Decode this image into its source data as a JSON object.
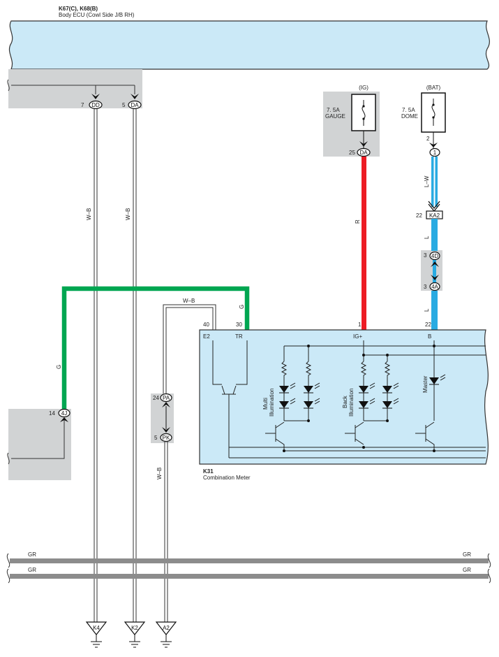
{
  "ecu": {
    "title": "K67(C), K68(B)",
    "subtitle": "Body ECU (Cowl Side J/B RH)"
  },
  "meter": {
    "title": "K31",
    "subtitle": "Combination Meter"
  },
  "connectors": {
    "dd": {
      "pin": "7",
      "id": "DD"
    },
    "da_ecu": {
      "pin": "5",
      "id": "DA"
    },
    "da_ig": {
      "pin": "25",
      "id": "DA"
    },
    "bat1": {
      "pin": "2",
      "id": "1"
    },
    "ka2": {
      "pin": "22",
      "id": "KA2"
    },
    "c4d": {
      "pin": "3",
      "id": "4D"
    },
    "c4a": {
      "pin": "3",
      "id": "4A"
    },
    "c4j": {
      "pin": "14",
      "id": "4J"
    },
    "pa": {
      "pin": "24",
      "id": "PA"
    },
    "pk": {
      "pin": "5",
      "id": "PK"
    }
  },
  "fuses": {
    "ig": {
      "source": "(IG)",
      "rating": "7. 5A",
      "name": "GAUGE"
    },
    "bat": {
      "source": "(BAT)",
      "rating": "7. 5A",
      "name": "DOME"
    }
  },
  "wires": {
    "wb1": "W–B",
    "wb2": "W–B",
    "wb_top": "W–B",
    "wb_low": "W–B",
    "r": "R",
    "lw": "L–W",
    "l1": "L",
    "l2": "L",
    "g1": "G",
    "g2": "G"
  },
  "meter_pins": {
    "e2": {
      "num": "40",
      "name": "E2"
    },
    "tr": {
      "num": "30",
      "name": "TR"
    },
    "ig": {
      "num": "1",
      "name": "IG+"
    },
    "b": {
      "num": "22",
      "name": "B"
    }
  },
  "circuits": {
    "multi_1": "Multi",
    "multi_2": "Illumination",
    "back_1": "Back",
    "back_2": "Illumination",
    "master": "Master"
  },
  "grounds": {
    "k4": "K4",
    "k2": "K2",
    "a2": "A2"
  },
  "gr": {
    "l1": "GR",
    "r1": "GR",
    "l2": "GR",
    "r2": "GR"
  },
  "colors": {
    "green": "#00a651",
    "red": "#ed1c24",
    "blue": "#29abe2",
    "box": "#cbe9f7",
    "shade": "#d1d3d4",
    "gray": "#8c8c8c"
  }
}
